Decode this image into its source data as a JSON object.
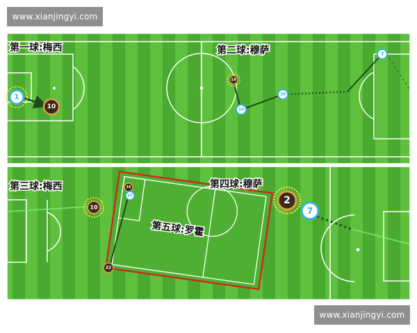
{
  "watermark_top": "www.xianjingyi.com",
  "watermark_bottom": "www.xianjingyi.com",
  "labels": {
    "goal1": "第一球:梅西",
    "goal2": "第二球:穆萨",
    "goal3": "第三球:梅西",
    "goal4": "第四球:穆萨",
    "goal5": "第五球:罗霍"
  },
  "players": {
    "g1_a": "1",
    "g1_b": "10",
    "g2_a": "10",
    "g2_b": "10",
    "g2_c": "10",
    "g2_d": "7",
    "g3_a": "10",
    "g4_a": "2",
    "g4_b": "7",
    "g5_a": "16",
    "g5_b": "22",
    "g5_c": "22"
  },
  "colors": {
    "grass_light": "#5ec03c",
    "grass_dark": "#4aa92f",
    "line": "#ffffff",
    "white_marker": "#2fb4d6",
    "dark_marker": "#3a2a1a",
    "highlight_rect": "#cc2b1d"
  }
}
